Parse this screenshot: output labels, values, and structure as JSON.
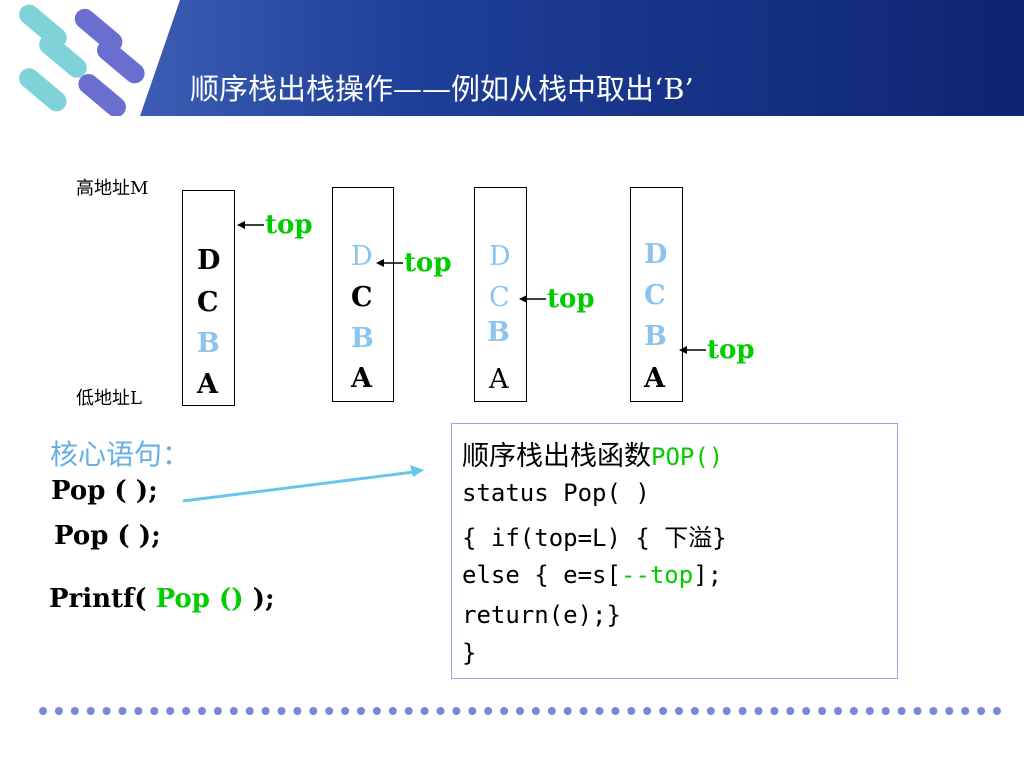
{
  "header": {
    "title": "顺序栈出栈操作——例如从栈中取出‘B’"
  },
  "labels": {
    "high": "高地址M",
    "low": "低地址L",
    "top": "top"
  },
  "stacks": [
    {
      "cells": [
        "D",
        "C",
        "B",
        "A"
      ]
    },
    {
      "cells": [
        "D",
        "C",
        "B",
        "A"
      ]
    },
    {
      "cells": [
        "D",
        "C",
        "B",
        "A"
      ]
    },
    {
      "cells": [
        "D",
        "C",
        "B",
        "A"
      ]
    }
  ],
  "core": {
    "label": "核心语句：",
    "line1": "Pop ( );",
    "line2": "Pop ( );",
    "line3_pre": "Printf( ",
    "line3_mid": "Pop ()",
    "line3_post": " );"
  },
  "code_box": {
    "title": "顺序栈出栈函数",
    "title_fn": "POP()",
    "line1": "status Pop( )",
    "line2": "{ if(top=L) { 下溢}",
    "line3_pre": "else { e=s[",
    "line3_mid": "--top",
    "line3_post": "];",
    "line4": "return(e);}",
    "line5": " }"
  },
  "colors": {
    "header": "#1f3f98",
    "pointer_green": "#00cc00",
    "faded_blue": "#8cc4ee",
    "core_blue": "#66b0e6",
    "dots": "#7b86d9"
  }
}
